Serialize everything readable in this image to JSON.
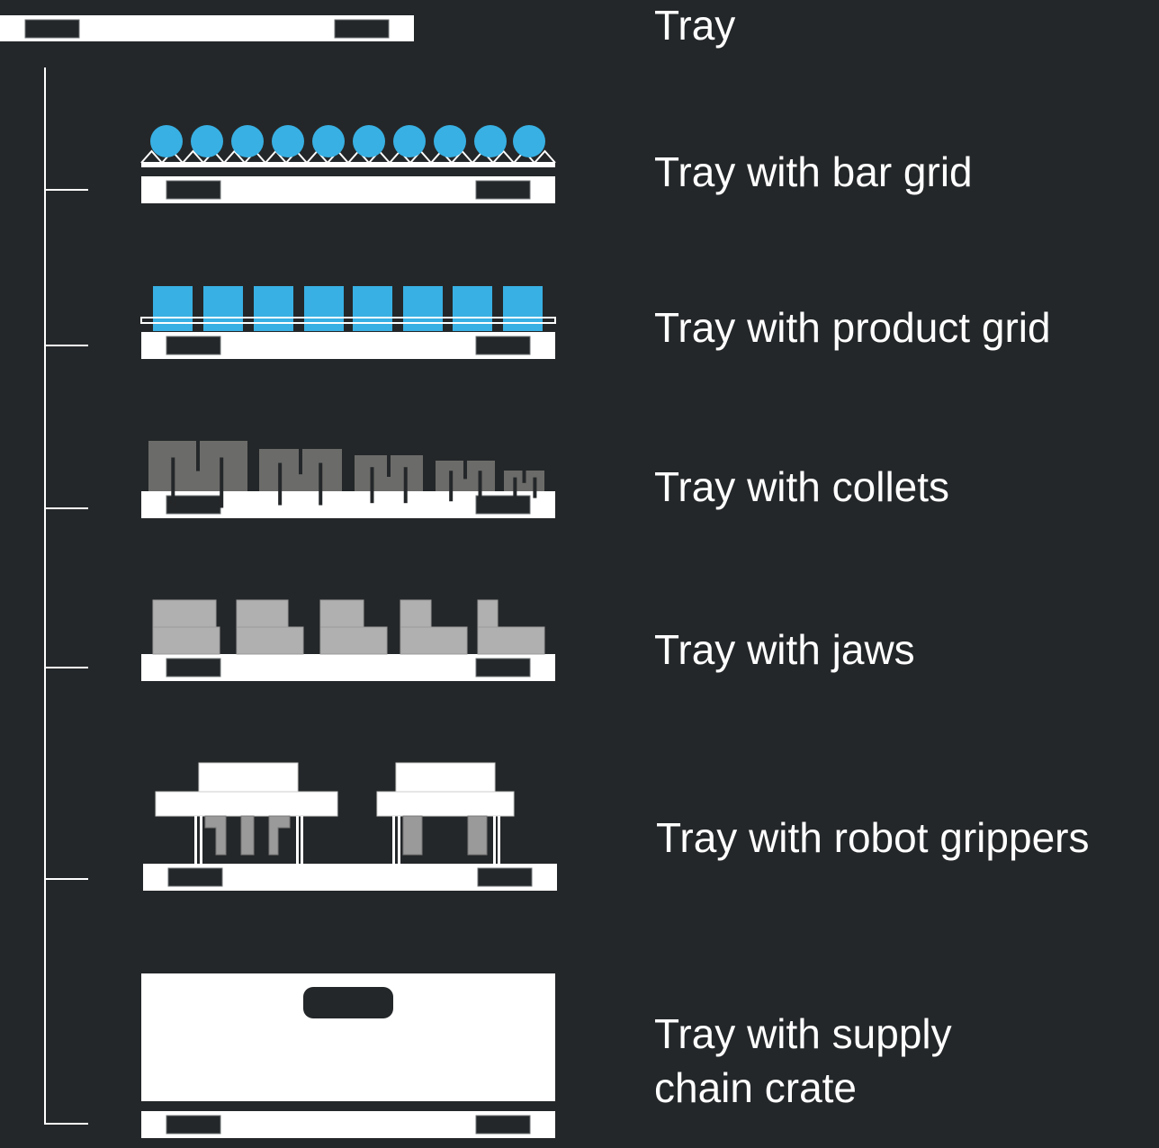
{
  "labels": {
    "tray": "Tray",
    "bar_grid": "Tray with bar grid",
    "product_grid": "Tray with product grid",
    "collets": "Tray with collets",
    "jaws": "Tray with jaws",
    "robot_grippers": "Tray with robot grippers",
    "supply_line1": "Tray with supply",
    "supply_line2": "chain crate"
  },
  "colors": {
    "background": "#242729",
    "tray": "#ffffff",
    "product_blue": "#38b0e3",
    "collet_gray": "#6b6b69",
    "jaw_gray": "#b0b0b0",
    "finger_gray": "#9a9a9a"
  }
}
